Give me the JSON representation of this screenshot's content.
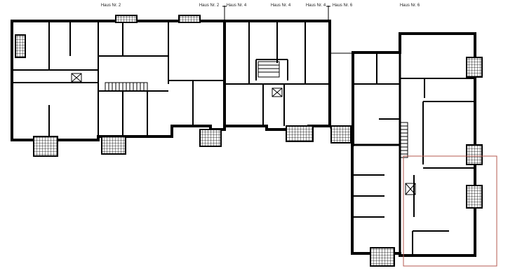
{
  "labels": [
    "Haus Nr. 2",
    "Haus Nr. 2",
    "Haus Nr. 4",
    "Haus Nr. 4",
    "Haus Nr. 4",
    "Haus Nr. 6",
    "Haus Nr. 6"
  ],
  "colors": {
    "wall": "#000000",
    "highlight_frame": "#b5594f",
    "balcony": "#000000"
  }
}
